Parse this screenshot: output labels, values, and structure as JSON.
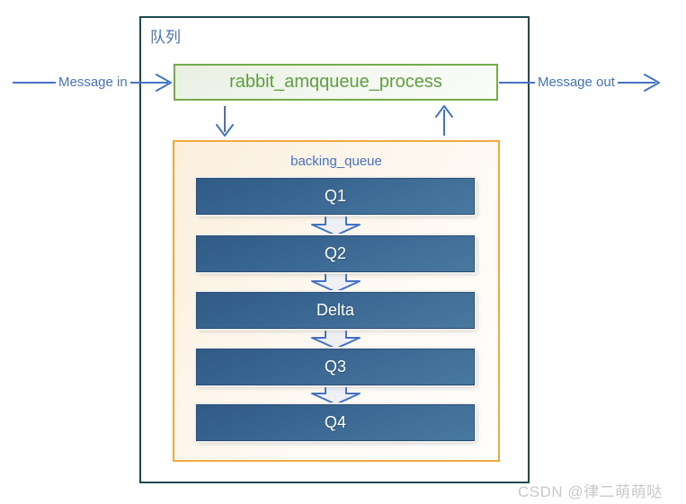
{
  "diagram": {
    "title": "队列",
    "process_label": "rabbit_amqqueue_process",
    "message_in_label": "Message in",
    "message_out_label": "Message out",
    "backing_queue_label": "backing_queue",
    "queue_stages": [
      "Q1",
      "Q2",
      "Delta",
      "Q3",
      "Q4"
    ],
    "icons": {
      "down_arrow": "down-arrow",
      "up_arrow": "up-arrow",
      "stage_transition": "block-down-arrow"
    },
    "colors": {
      "accent_blue": "#4472c4",
      "outer_border": "#1d4b4e",
      "green_border": "#74ac4c",
      "green_text": "#5f9e41",
      "orange_border": "#f0a93a",
      "bar_fill_dark": "#2f5b86",
      "bar_fill_light": "#48799f",
      "bar_border": "#2b4b74",
      "bar_text": "#ffffff",
      "block_arrow_fill": "#eef0f5"
    }
  },
  "watermark": {
    "text": "CSDN @律二萌萌哒"
  }
}
